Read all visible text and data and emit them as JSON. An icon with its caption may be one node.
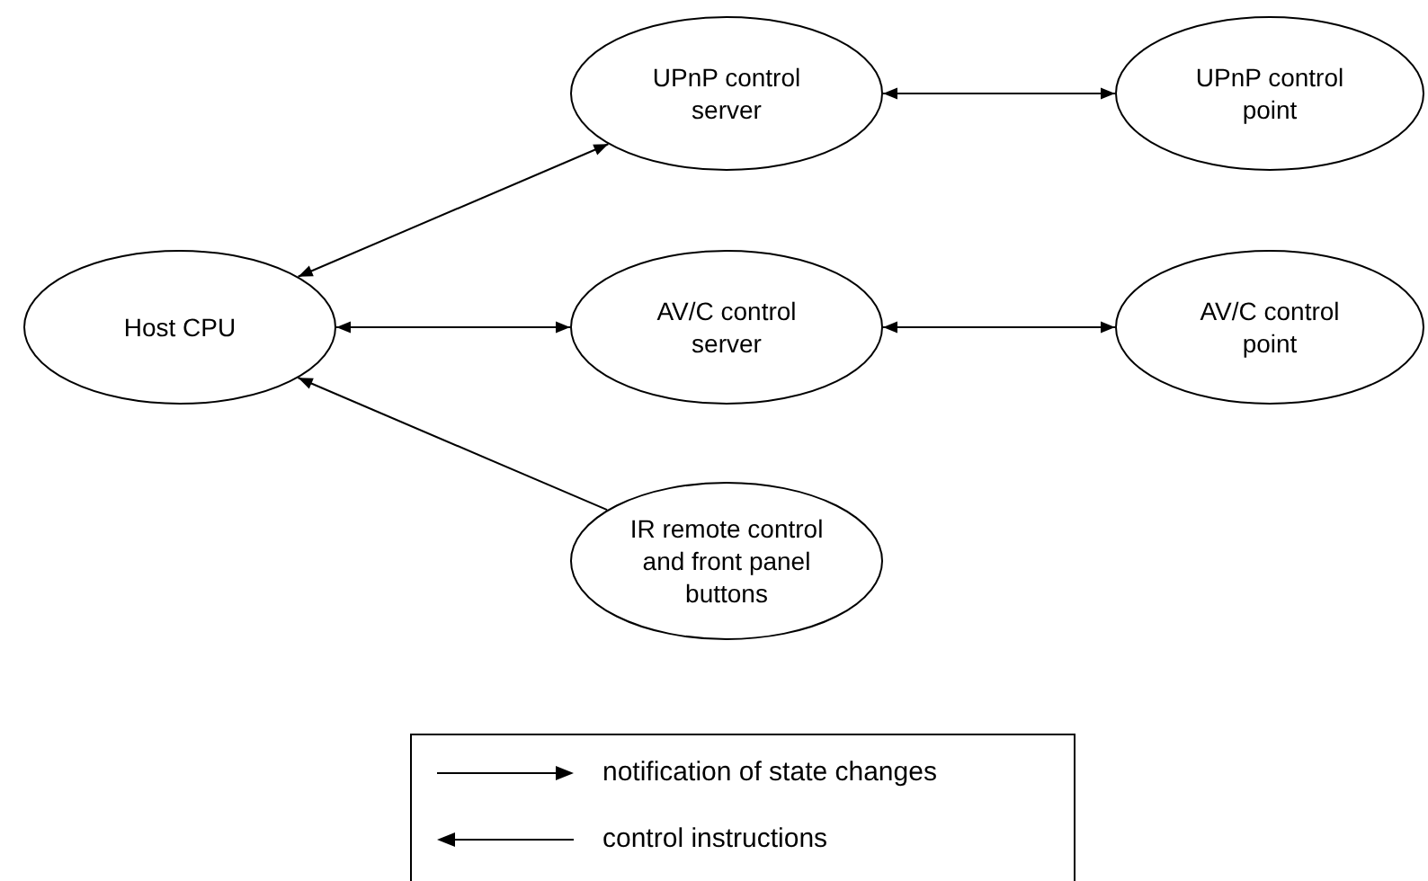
{
  "diagram": {
    "nodes": [
      {
        "text": [
          "Host CPU"
        ]
      },
      {
        "text": [
          "UPnP control server"
        ]
      },
      {
        "text": [
          "UPnP control point"
        ]
      },
      {
        "text": [
          "AV/C control server"
        ]
      },
      {
        "text": [
          "AV/C control point"
        ]
      },
      {
        "text": [
          "IR remote control and front panel buttons"
        ]
      }
    ],
    "edges": [
      {
        "from": 0,
        "to": 1,
        "arrow": "both"
      },
      {
        "from": 1,
        "to": 2,
        "arrow": "both"
      },
      {
        "from": 0,
        "to": 3,
        "arrow": "both"
      },
      {
        "from": 3,
        "to": 4,
        "arrow": "both"
      },
      {
        "from": 5,
        "to": 0,
        "arrow": "to"
      }
    ],
    "legend": [
      {
        "text": "notification of state changes"
      },
      {
        "text": "control instructions"
      }
    ]
  }
}
